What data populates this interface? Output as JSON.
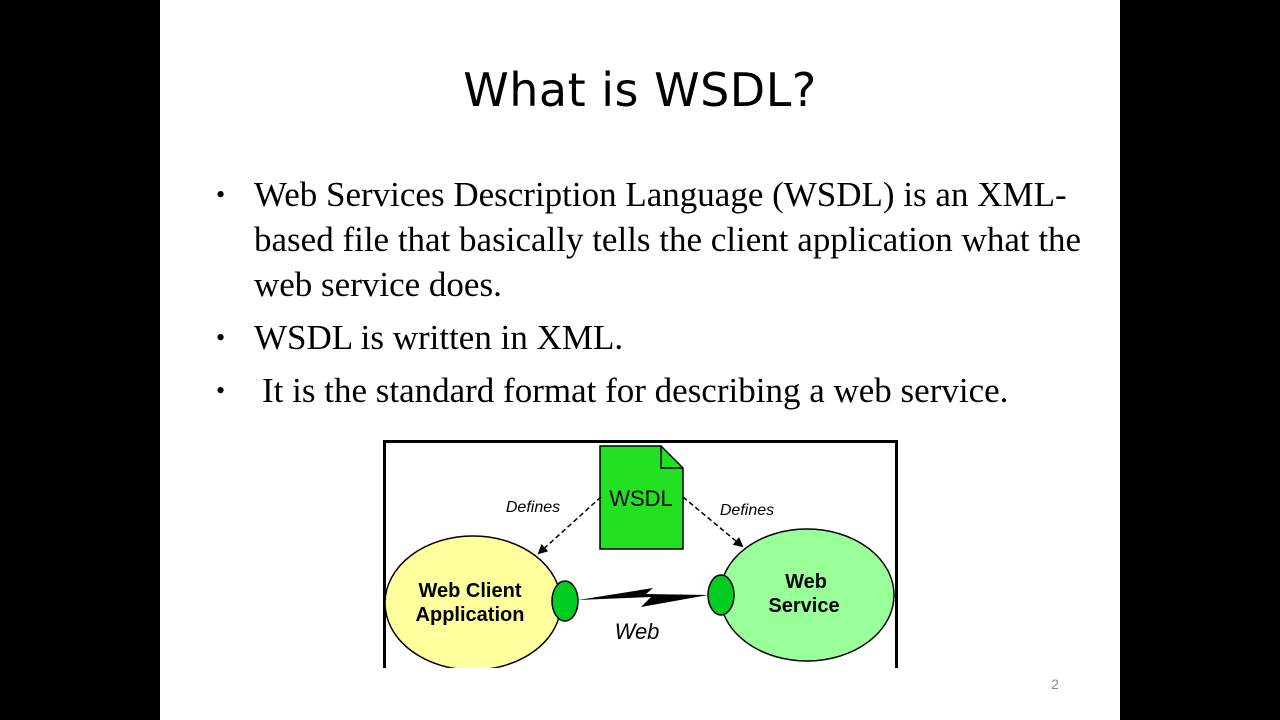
{
  "slide": {
    "title": "What is WSDL?",
    "bullets": [
      "Web Services Description Language (WSDL) is an XML-based file that basically tells the client application what the web service does.",
      "WSDL is written in XML.",
      "It is the standard format for describing a web service."
    ],
    "page_number": "2"
  },
  "figure": {
    "document_label": "WSDL",
    "defines_left": "Defines",
    "defines_right": "Defines",
    "client_line1": "Web Client",
    "client_line2": "Application",
    "service_line1": "Web",
    "service_line2": "Service",
    "link_label": "Web",
    "colors": {
      "document_fill": "#22e022",
      "client_fill": "#ffff9e",
      "service_fill": "#99ff99",
      "connector_fill": "#00cc22"
    }
  }
}
